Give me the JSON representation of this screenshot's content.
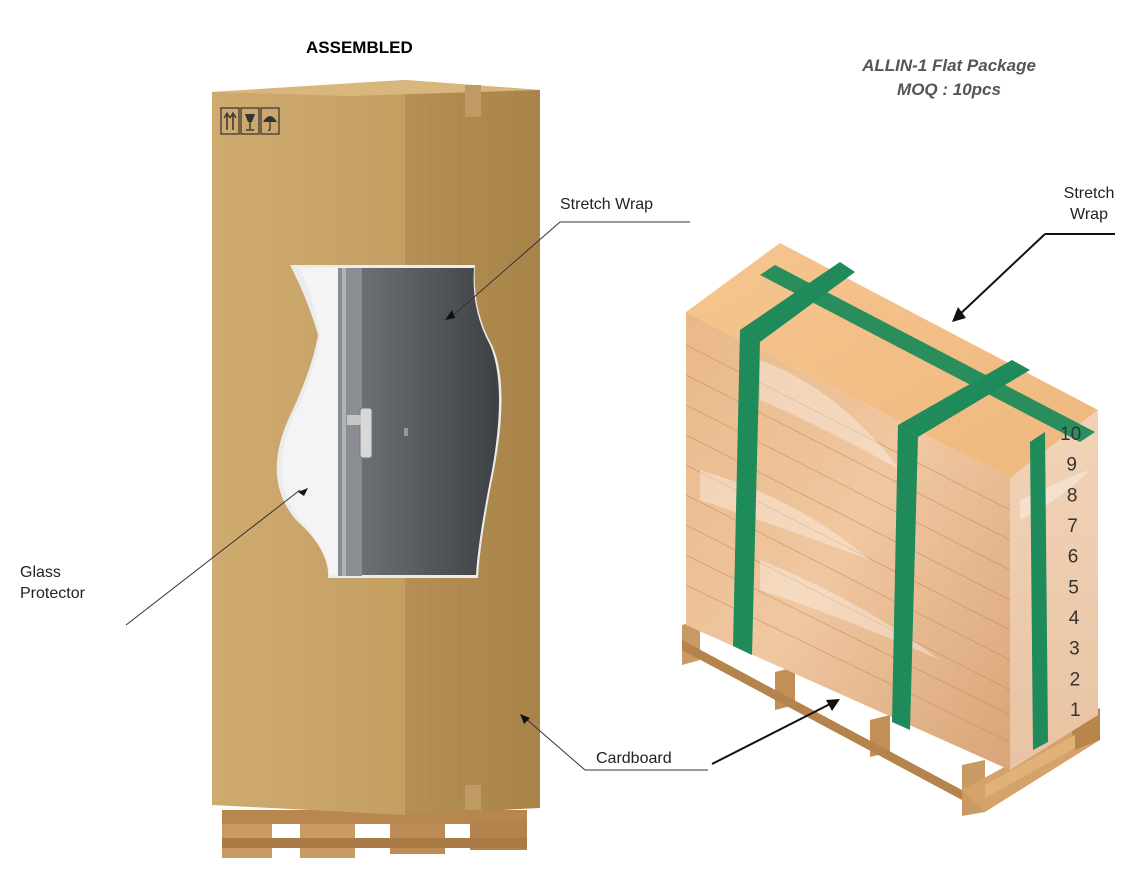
{
  "headings": {
    "assembled": "ASSEMBLED",
    "flat_package_line1": "ALLIN-1 Flat Package",
    "flat_package_line2": "MOQ : 10pcs"
  },
  "callouts": {
    "stretch_wrap_left": "Stretch Wrap",
    "glass_protector_line1": "Glass",
    "glass_protector_line2": "Protector",
    "cardboard": "Cardboard",
    "stretch_wrap_right_line1": "Stretch",
    "stretch_wrap_right_line2": "Wrap"
  },
  "layer_numbers": [
    "10",
    "9",
    "8",
    "7",
    "6",
    "5",
    "4",
    "3",
    "2",
    "1"
  ],
  "colors": {
    "cardboard": "#c9a46a",
    "cardboard_side": "#b8925a",
    "strap": "#1f8a5a",
    "pallet": "#c99a63",
    "wrap_box": "#e8b98a"
  },
  "icons": [
    "this-way-up-icon",
    "fragile-glass-icon",
    "keep-dry-umbrella-icon"
  ]
}
